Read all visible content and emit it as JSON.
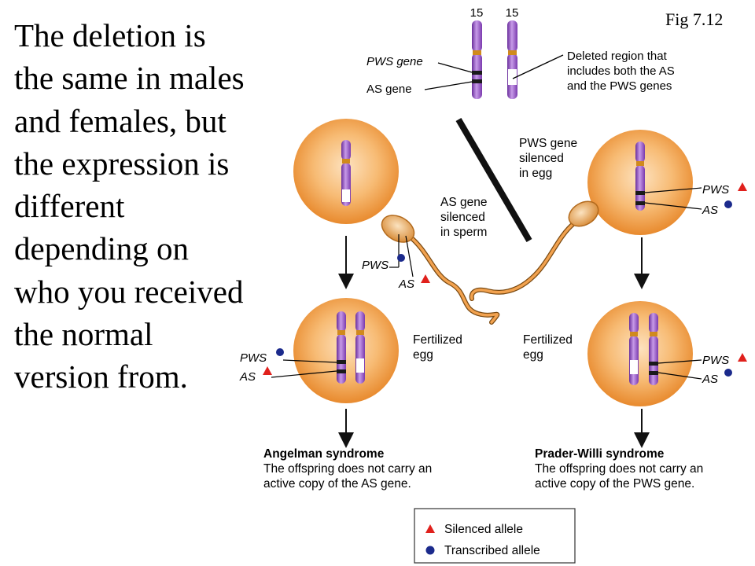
{
  "slide_text": "The deletion is the same in males and females, but the expression is different depending on who you received the normal version from.",
  "fig_label": "Fig 7.12",
  "chromosome_numbers": [
    "15",
    "15"
  ],
  "labels": {
    "pws_gene": "PWS gene",
    "as_gene": "AS gene",
    "deleted_region": [
      "Deleted region that",
      "includes both the AS",
      "and the PWS genes"
    ],
    "as_silenced_sperm": [
      "AS gene",
      "silenced",
      "in sperm"
    ],
    "pws_silenced_egg": [
      "PWS gene",
      "silenced",
      "in egg"
    ],
    "pws": "PWS",
    "as": "AS",
    "fertilized_egg": [
      "Fertilized",
      "egg"
    ]
  },
  "outcomes": {
    "angelman": {
      "title": "Angelman syndrome",
      "line1": "The offspring does not carry an",
      "line2": "active copy of the AS gene."
    },
    "prader_willi": {
      "title": "Prader-Willi syndrome",
      "line1": "The offspring does not carry an",
      "line2": "active copy of the PWS gene."
    }
  },
  "legend": [
    {
      "symbol": "triangle",
      "label": "Silenced allele",
      "color": "#e0201c"
    },
    {
      "symbol": "circle",
      "label": "Transcribed allele",
      "color": "#1b2a8c"
    }
  ],
  "colors": {
    "cell": "#f2a24f",
    "chromosome": "#9b59c9",
    "silenced": "#e0201c",
    "transcribed": "#1b2a8c"
  }
}
